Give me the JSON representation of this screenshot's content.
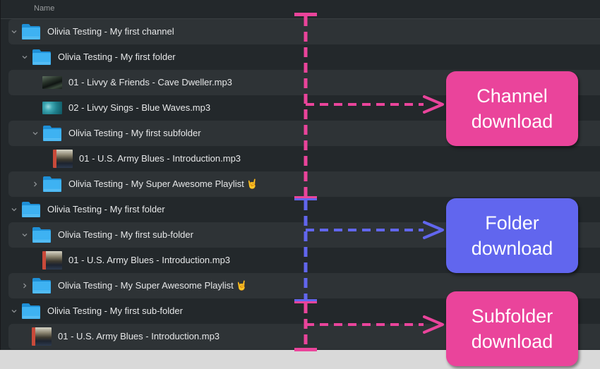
{
  "header": {
    "column_name": "Name"
  },
  "rows": [
    {
      "label": "Olivia Testing - My first channel",
      "kind": "folder",
      "expanded": true,
      "level": 0
    },
    {
      "label": "Olivia Testing - My first folder",
      "kind": "folder",
      "expanded": true,
      "level": 1
    },
    {
      "label": "01 - Livvy & Friends - Cave Dweller.mp3",
      "kind": "file",
      "thumb": "cave",
      "level": 2
    },
    {
      "label": "02 - Livvy Sings - Blue Waves.mp3",
      "kind": "file",
      "thumb": "waves",
      "level": 2
    },
    {
      "label": "Olivia Testing - My first subfolder",
      "kind": "folder",
      "expanded": true,
      "level": 2
    },
    {
      "label": "01 - U.S. Army Blues - Introduction.mp3",
      "kind": "file",
      "thumb": "army",
      "level": 3
    },
    {
      "label": "Olivia Testing - My Super Awesome Playlist",
      "emoji": "🤘",
      "kind": "folder",
      "expanded": false,
      "level": 2
    },
    {
      "label": "Olivia Testing - My first folder",
      "kind": "folder",
      "expanded": true,
      "level": 0
    },
    {
      "label": "Olivia Testing - My first sub-folder",
      "kind": "folder",
      "expanded": true,
      "level": 1
    },
    {
      "label": "01 - U.S. Army Blues - Introduction.mp3",
      "kind": "file",
      "thumb": "army",
      "level": 2
    },
    {
      "label": "Olivia Testing - My Super Awesome Playlist",
      "emoji": "🤘",
      "kind": "folder",
      "expanded": false,
      "level": 1
    },
    {
      "label": "Olivia Testing - My first sub-folder",
      "kind": "folder",
      "expanded": true,
      "level": 0
    },
    {
      "label": "01 - U.S. Army Blues - Introduction.mp3",
      "kind": "file",
      "thumb": "army",
      "level": 1
    }
  ],
  "annotations": {
    "channel": {
      "line1": "Channel",
      "line2": "download",
      "color": "#ea449b"
    },
    "folder": {
      "line1": "Folder",
      "line2": "download",
      "color": "#6166ee"
    },
    "subfolder": {
      "line1": "Subfolder",
      "line2": "download",
      "color": "#ea449b"
    }
  },
  "colors": {
    "background": "#23282b",
    "stripe": "#2e3336",
    "text": "#e6e7e8",
    "folder_blue": "#2fa9f0",
    "pink": "#ea449b",
    "blue": "#6166ee"
  }
}
